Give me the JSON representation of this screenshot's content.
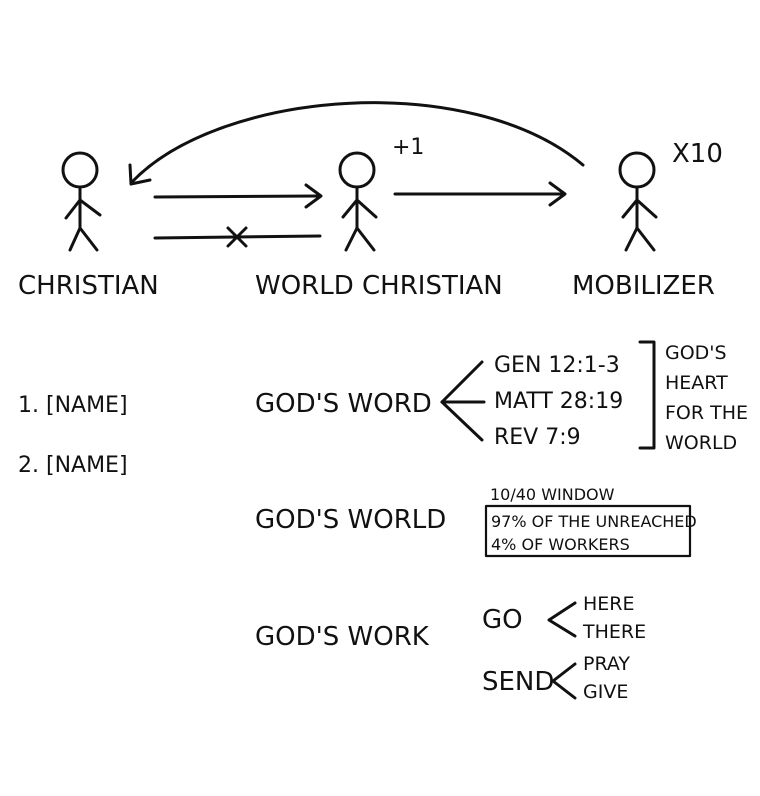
{
  "roles": {
    "christian": "CHRISTIAN",
    "world_christian": "WORLD CHRISTIAN",
    "mobilizer": "MOBILIZER",
    "world_christian_multiplier": "+1",
    "mobilizer_multiplier": "X10"
  },
  "names": [
    "1. [NAME]",
    "2. [NAME]"
  ],
  "gods_word": {
    "label": "GOD'S WORD",
    "verses": [
      "GEN 12:1-3",
      "MATT 28:19",
      "REV 7:9"
    ],
    "summary": [
      "GOD'S",
      "HEART",
      "FOR THE",
      "WORLD"
    ]
  },
  "gods_world": {
    "label": "GOD'S WORLD",
    "window_title": "10/40 WINDOW",
    "stats": [
      "97% OF THE UNREACHED",
      "4% OF WORKERS"
    ]
  },
  "gods_work": {
    "label": "GOD'S WORK",
    "go": {
      "label": "GO",
      "options": [
        "HERE",
        "THERE"
      ]
    },
    "send": {
      "label": "SEND",
      "options": [
        "PRAY",
        "GIVE"
      ]
    }
  }
}
